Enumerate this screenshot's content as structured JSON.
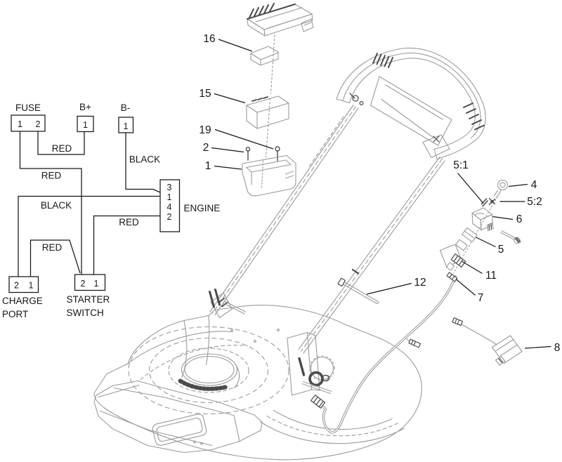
{
  "colors": {
    "background": "#ffffff",
    "ink": "#161616",
    "art_gray": "#9a9a9a",
    "art_dark": "#4b4b4b"
  },
  "wiring": {
    "connectors": {
      "fuse": {
        "label": "FUSE",
        "pin1": "1",
        "pin2": "2"
      },
      "b_plus": {
        "label": "B+",
        "pin1": "1"
      },
      "b_minus": {
        "label": "B-",
        "pin1": "1"
      },
      "engine": {
        "label": "ENGINE",
        "pin1": "3",
        "pin2": "1",
        "pin3": "4",
        "pin4": "2"
      },
      "charge_port": {
        "label_line1": "CHARGE",
        "label_line2": "PORT",
        "pin1": "2",
        "pin2": "1"
      },
      "starter_switch": {
        "label_line1": "STARTER",
        "label_line2": "SWITCH",
        "pin1": "2",
        "pin2": "1"
      }
    },
    "wires": {
      "fuse2_to_bplus1": {
        "label": "RED"
      },
      "fuse1_to_starter2": {
        "label": "RED"
      },
      "bminus1_to_engine3": {
        "label": "BLACK"
      },
      "engine1_to_chargeport2": {
        "label": "BLACK"
      },
      "engine2_to_starter1": {
        "label": "RED"
      },
      "chargeport1_to_starter2": {
        "label": "RED"
      }
    }
  },
  "callouts": {
    "item16": "16",
    "item15": "15",
    "item19": "19",
    "item2": "2",
    "item1": "1",
    "item5_1": "5:1",
    "item4": "4",
    "item5_2": "5:2",
    "item6": "6",
    "item5": "5",
    "item11": "11",
    "item7": "7",
    "item12": "12",
    "item8": "8"
  }
}
